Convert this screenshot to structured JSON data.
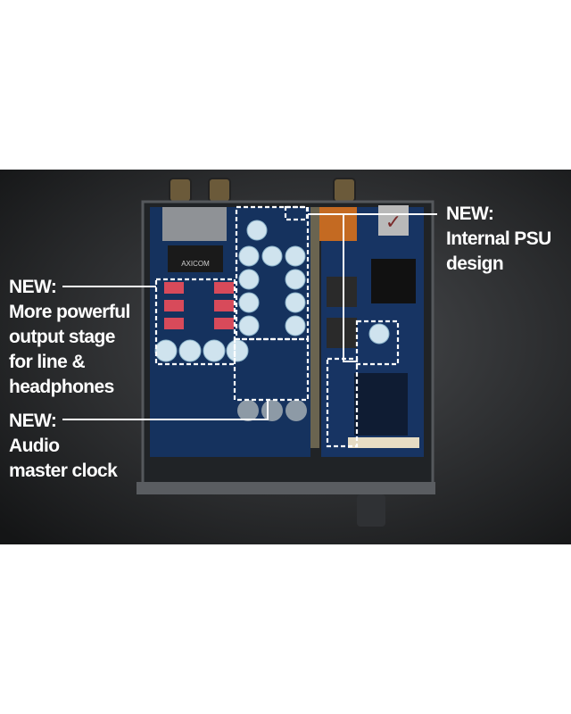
{
  "annotations": [
    {
      "heading": "NEW:",
      "lines": [
        "More powerful",
        "output stage",
        "for line &",
        "headphones"
      ]
    },
    {
      "heading": "NEW:",
      "lines": [
        "Audio",
        "master clock"
      ]
    },
    {
      "heading": "NEW:",
      "lines": [
        "Internal PSU",
        "design"
      ]
    }
  ],
  "board_markings": {
    "relay_brand": "AXICOM"
  },
  "colors": {
    "background": "#2a2c2e",
    "pcb": "#14305a",
    "capacitor": "#cfe3ee",
    "film_cap": "#d84a5a",
    "annotation": "#ffffff"
  }
}
